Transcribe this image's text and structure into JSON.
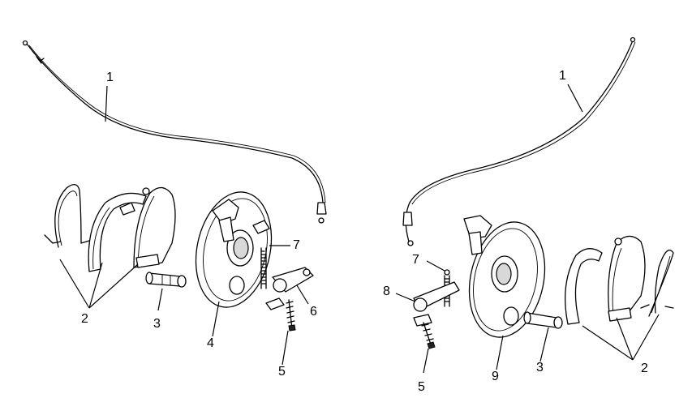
{
  "labels": {
    "left_cable": "1",
    "right_cable": "1",
    "left_shoes": "2",
    "right_shoes": "2",
    "left_cam": "3",
    "right_cam": "3",
    "left_plate": "4",
    "left_bolt": "5",
    "right_bolt": "5",
    "left_lever": "6",
    "left_spring": "7",
    "right_spring": "7",
    "right_lever": "8",
    "right_plate": "9"
  }
}
